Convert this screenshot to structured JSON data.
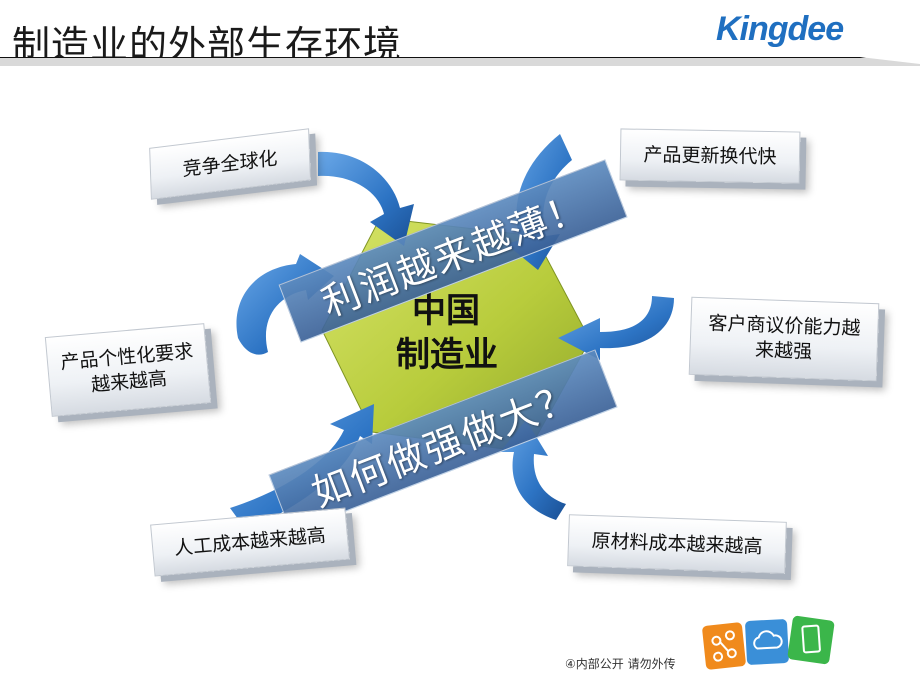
{
  "slide": {
    "title": "制造业的外部生存环境",
    "logo_text": "Kingdee",
    "footer_note": "④内部公开 请勿外传"
  },
  "diagram": {
    "center_line1": "中国",
    "center_line2": "制造业",
    "banner_top": "利润越来越薄！",
    "banner_bottom": "如何做强做大？",
    "boxes": {
      "competition": "竞争全球化",
      "product_update": "产品更新换代快",
      "customer_line1": "客户商议价能力越",
      "customer_line2": "来越强",
      "personalization_line1": "产品个性化要求",
      "personalization_line2": "越来越高",
      "labor": "人工成本越来越高",
      "material": "原材料成本越来越高"
    }
  },
  "colors": {
    "arrow_blue": "#2d74c4",
    "hexagon_green": "#b8cc3c",
    "banner_blue": "#4a78b0",
    "logo_blue": "#1f6fc0"
  },
  "icons": [
    "share-icon",
    "cloud-icon",
    "mobile-icon"
  ]
}
